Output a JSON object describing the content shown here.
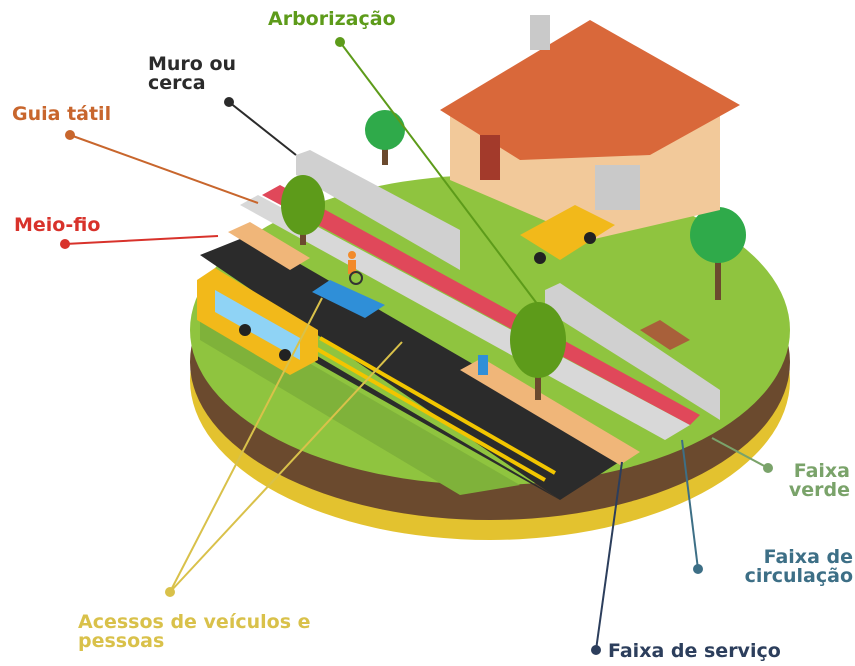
{
  "labels": {
    "arborizacao": "Arborização",
    "muro": "Muro ou cerca",
    "guia": "Guia tátil",
    "meio_fio": "Meio-fio",
    "faixa_verde": "Faixa verde",
    "faixa_circulacao": "Faixa de circulação",
    "faixa_servico": "Faixa de serviço",
    "acessos": "Acessos de veículos e pessoas"
  },
  "colors": {
    "arborizacao": "#5d9b1a",
    "muro": "#2b2b2b",
    "guia": "#c8662d",
    "meio_fio": "#d8322b",
    "faixa_verde": "#7aa36a",
    "faixa_circulacao": "#3d6f86",
    "faixa_servico": "#2c3e5c",
    "acessos": "#d9c14a",
    "grass": "#8fc43f",
    "grass_dark": "#6ea52e",
    "asphalt": "#2b2b2b",
    "road_line": "#f2c500",
    "roof": "#d9683a",
    "house_wall": "#f2c99a",
    "sidewalk_red": "#e0485a",
    "tactile": "#f0b679",
    "curb": "#d8d8d8",
    "soil": "#6b4a2e",
    "soil_yellow": "#e3c22f"
  },
  "icons": [
    "tree-icon",
    "house-icon",
    "car-icon",
    "bus-icon",
    "wheelchair-user-icon",
    "bench-icon",
    "trash-bin-icon"
  ]
}
